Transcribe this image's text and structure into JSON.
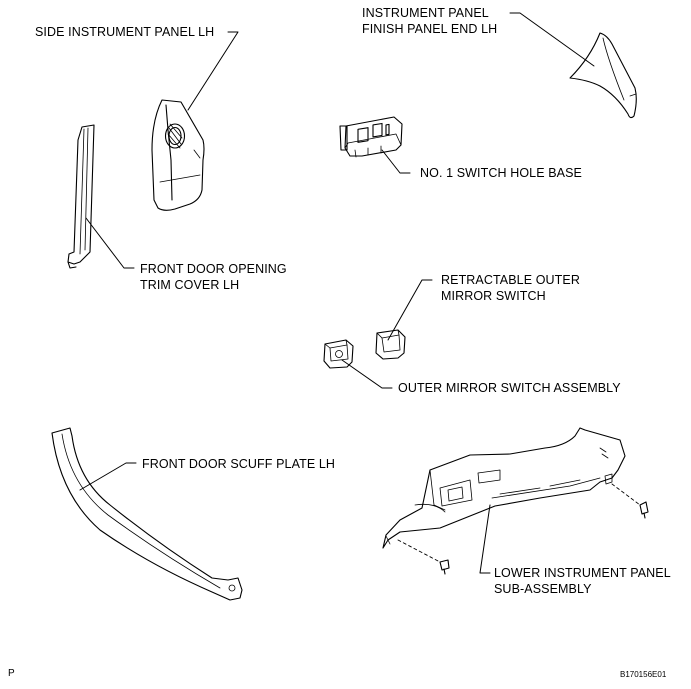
{
  "labels": {
    "side_instrument_panel": {
      "lines": [
        "SIDE INSTRUMENT PANEL LH"
      ]
    },
    "finish_panel_end": {
      "lines": [
        "INSTRUMENT PANEL",
        "FINISH PANEL END LH"
      ]
    },
    "switch_hole_base": {
      "lines": [
        "NO. 1 SWITCH HOLE BASE"
      ]
    },
    "door_opening_trim": {
      "lines": [
        "FRONT DOOR OPENING",
        "TRIM COVER LH"
      ]
    },
    "retractable_mirror_switch": {
      "lines": [
        "RETRACTABLE OUTER",
        "MIRROR SWITCH"
      ]
    },
    "outer_mirror_switch": {
      "lines": [
        "OUTER MIRROR SWITCH ASSEMBLY"
      ]
    },
    "door_scuff_plate": {
      "lines": [
        "FRONT DOOR SCUFF PLATE LH"
      ]
    },
    "lower_instrument_panel": {
      "lines": [
        "LOWER INSTRUMENT PANEL",
        "SUB-ASSEMBLY"
      ]
    }
  },
  "footer": {
    "left_code": "P",
    "figure_id": "B170156E01"
  }
}
